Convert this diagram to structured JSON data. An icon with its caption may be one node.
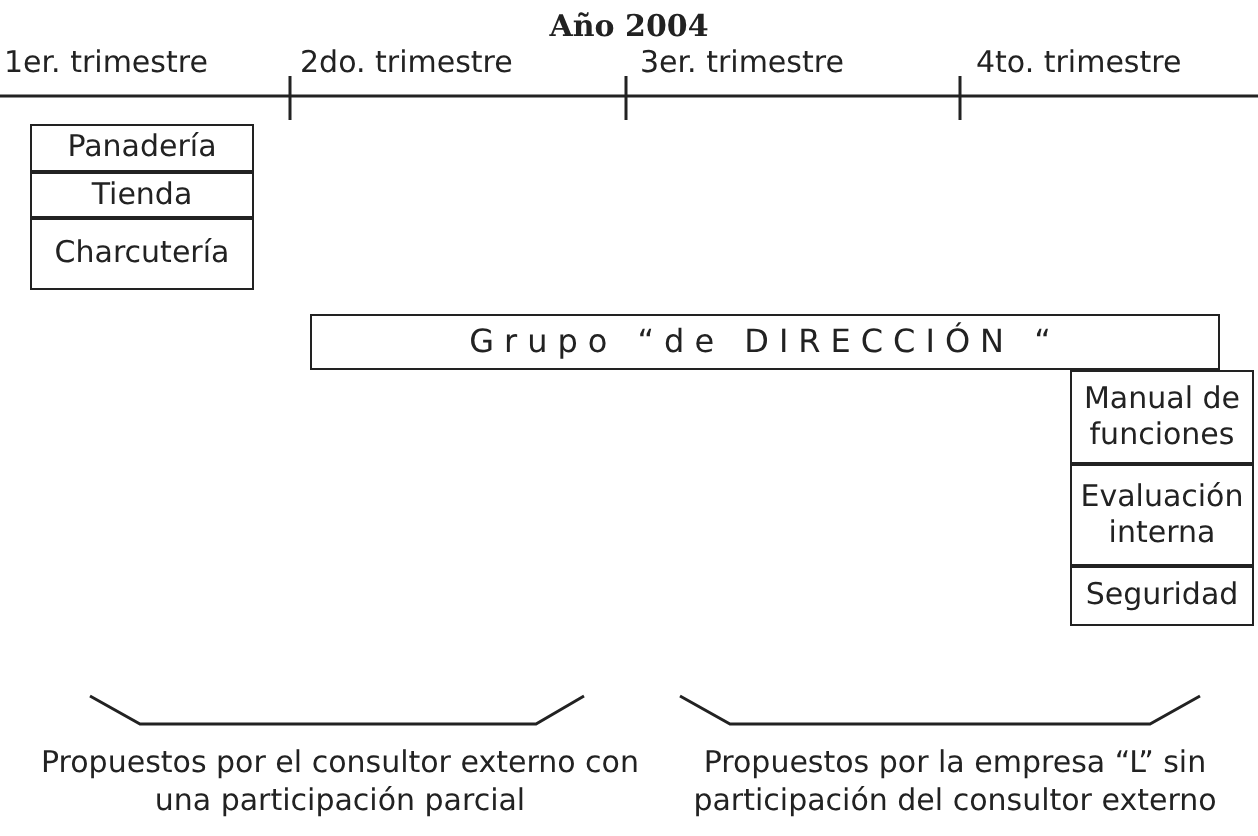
{
  "diagram": {
    "title": "Año 2004",
    "nodes": [
      {
        "text": [
          "Panadería"
        ]
      },
      {
        "text": [
          "Tienda"
        ]
      },
      {
        "text": [
          "Charcutería"
        ]
      },
      {
        "text": [
          "Grupo “de DIRECCIÓN “"
        ]
      },
      {
        "text": [
          "Manual de funciones"
        ]
      },
      {
        "text": [
          "Evaluación interna"
        ]
      },
      {
        "text": [
          "Seguridad"
        ]
      }
    ],
    "labels": [
      "1er. trimestre",
      "2do. trimestre",
      "3er. trimestre",
      "4to. trimestre",
      "Propuestos por el consultor externo con una participación parcial",
      "Propuestos por la empresa “L” sin participación del consultor externo"
    ]
  }
}
